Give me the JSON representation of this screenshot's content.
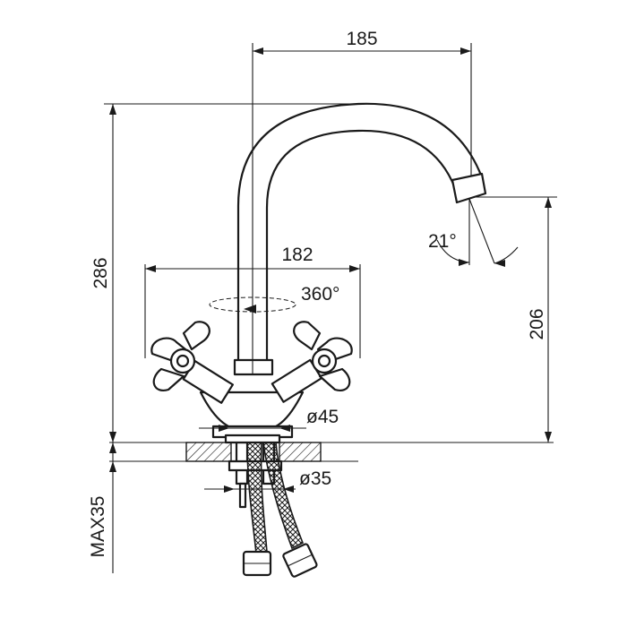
{
  "dimensions": {
    "spout_reach": "185",
    "total_height": "286",
    "handle_span": "182",
    "rotation": "360°",
    "swivel_angle": "21°",
    "spout_height": "206",
    "base_diameter": "ø45",
    "hole_diameter": "ø35",
    "max_counter_thickness": "MAX35"
  }
}
